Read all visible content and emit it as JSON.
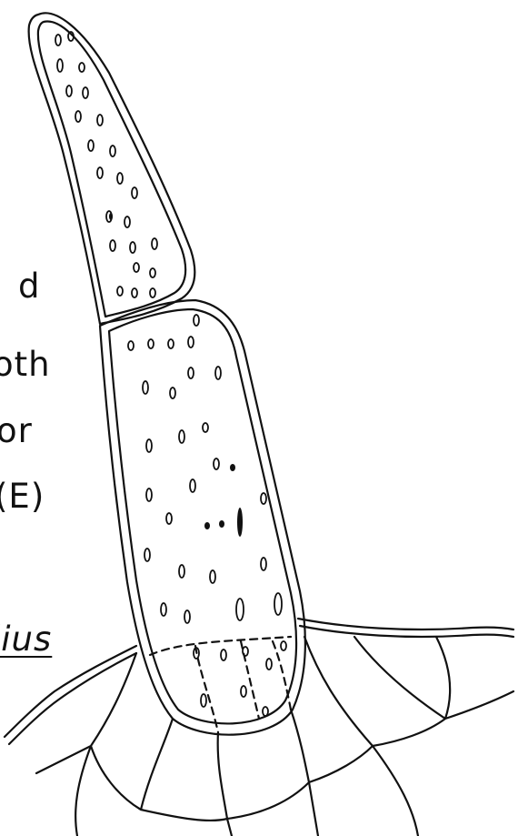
{
  "text_fragments": {
    "line1": "d",
    "line2": "oth",
    "line3": "or",
    "line4": "(E)",
    "line5": "lius"
  },
  "colors": {
    "ink": "#111111",
    "background": "#ffffff"
  }
}
